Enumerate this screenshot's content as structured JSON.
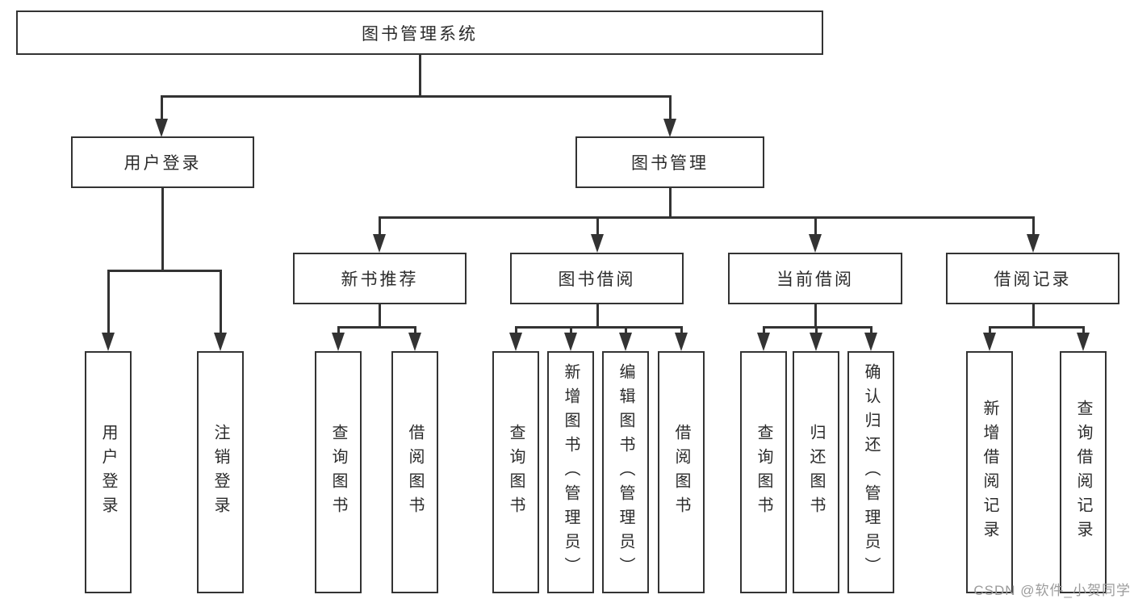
{
  "diagram_title": "图书管理系统",
  "tree": {
    "root": {
      "label": "图书管理系统",
      "children": [
        {
          "label": "用户登录",
          "children": [
            {
              "label": "用户登录"
            },
            {
              "label": "注销登录"
            }
          ]
        },
        {
          "label": "图书管理",
          "children": [
            {
              "label": "新书推荐",
              "children": [
                {
                  "label": "查询图书"
                },
                {
                  "label": "借阅图书"
                }
              ]
            },
            {
              "label": "图书借阅",
              "children": [
                {
                  "label": "查询图书"
                },
                {
                  "label": "新增图书（管理员）"
                },
                {
                  "label": "编辑图书（管理员）"
                },
                {
                  "label": "借阅图书"
                }
              ]
            },
            {
              "label": "当前借阅",
              "children": [
                {
                  "label": "查询图书"
                },
                {
                  "label": "归还图书"
                },
                {
                  "label": "确认归还（管理员）"
                }
              ]
            },
            {
              "label": "借阅记录",
              "children": [
                {
                  "label": "新增借阅记录"
                },
                {
                  "label": "查询借阅记录"
                }
              ]
            }
          ]
        }
      ]
    }
  },
  "watermark": {
    "text": "CSDN @软件_小贺同学"
  },
  "colors": {
    "line": "#333333",
    "box_border": "#333333",
    "text": "#2b2b2b",
    "watermark": "#9b9b9b",
    "background": "#ffffff"
  }
}
